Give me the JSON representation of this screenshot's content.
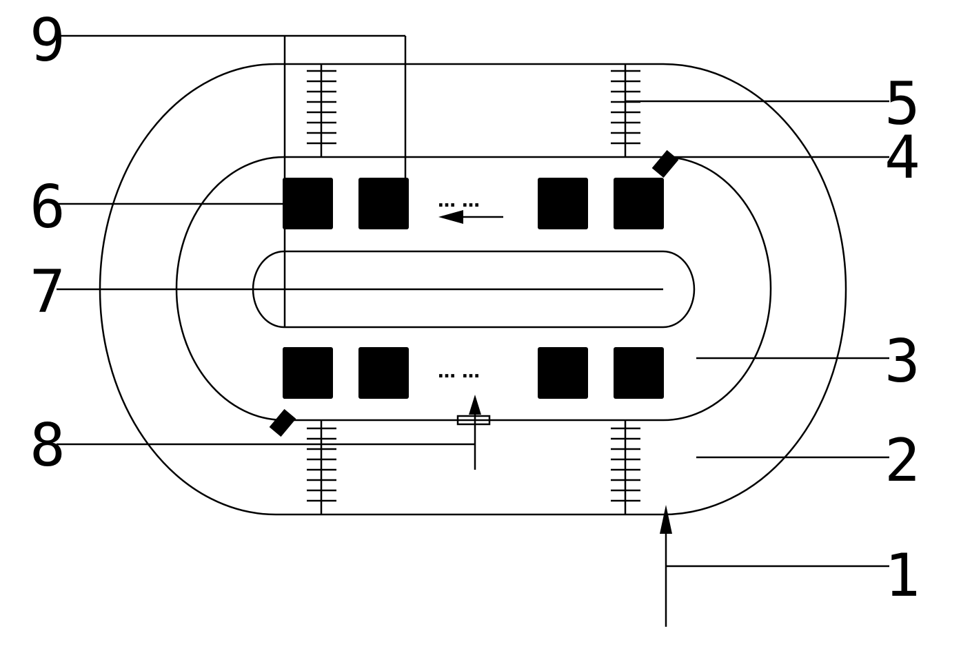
{
  "labels": {
    "l1": "1",
    "l2": "2",
    "l3": "3",
    "l4": "4",
    "l5": "5",
    "l6": "6",
    "l7": "7",
    "l8": "8",
    "l9": "9"
  },
  "ellipsis": {
    "top": "…  …",
    "bottom": "…  …"
  },
  "colors": {
    "stroke": "#000000",
    "block": "#000000",
    "background": "#ffffff"
  }
}
